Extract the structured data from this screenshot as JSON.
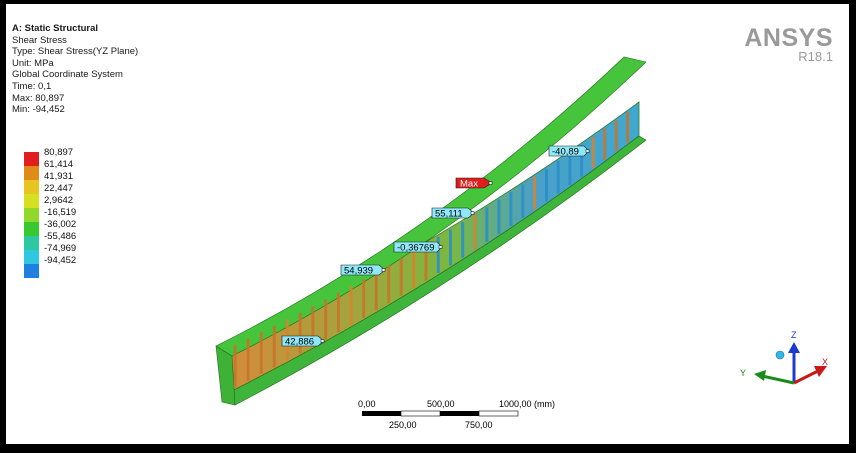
{
  "info": {
    "title": "A: Static Structural",
    "result": "Shear Stress",
    "type": "Type: Shear Stress(YZ Plane)",
    "unit": "Unit: MPa",
    "coord": "Global Coordinate System",
    "time": "Time: 0,1",
    "max": "Max: 80,897",
    "min": "Min: -94,452"
  },
  "legend": {
    "labels": [
      "80,897",
      "61,414",
      "41,931",
      "22,447",
      "2,9642",
      "-16,519",
      "-36,002",
      "-55,486",
      "-74,969",
      "-94,452"
    ],
    "colors": [
      "#e01e1e",
      "#e08a1a",
      "#e8c420",
      "#d4e020",
      "#92d82a",
      "#38c830",
      "#2ec8a0",
      "#30c8e0",
      "#2080e0",
      "#1a30d0"
    ]
  },
  "logo": {
    "brand": "ANSYS",
    "version": "R18.1"
  },
  "probes": [
    {
      "label": "-40,89",
      "color": "#8ee8f8"
    },
    {
      "label": "Max",
      "color": "#e01e1e"
    },
    {
      "label": "55,111",
      "color": "#8ee8f8"
    },
    {
      "label": "-0,36769",
      "color": "#8ee8f8"
    },
    {
      "label": "54,939",
      "color": "#8ee8f8"
    },
    {
      "label": "42,886",
      "color": "#8ee8f8"
    }
  ],
  "scale": {
    "top_labels": [
      "0,00",
      "500,00",
      "1000,00 (mm)"
    ],
    "bottom_labels": [
      "250,00",
      "750,00"
    ]
  },
  "triad": {
    "x": "X",
    "y": "Y",
    "z": "Z"
  }
}
